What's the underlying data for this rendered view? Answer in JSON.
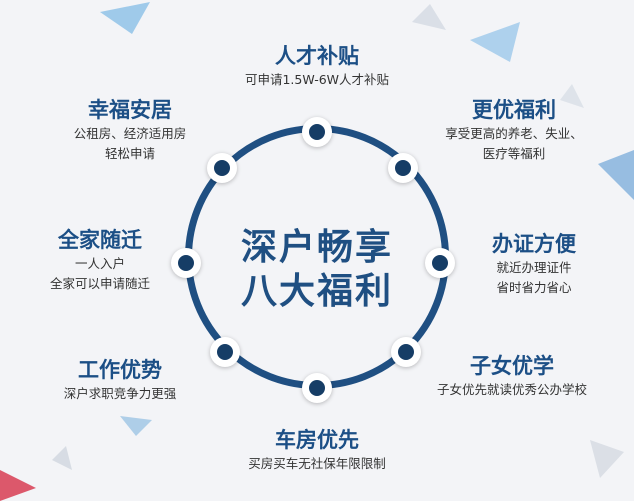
{
  "center": {
    "line1": "深户畅享",
    "line2": "八大福利"
  },
  "benefits": [
    {
      "title": "人才补贴",
      "lines": [
        "可申请1.5W-6W人才补贴"
      ]
    },
    {
      "title": "更优福利",
      "lines": [
        "享受更高的养老、失业、",
        "医疗等福利"
      ]
    },
    {
      "title": "办证方便",
      "lines": [
        "就近办理证件",
        "省时省力省心"
      ]
    },
    {
      "title": "子女优学",
      "lines": [
        "子女优先就读优秀公办学校"
      ]
    },
    {
      "title": "车房优先",
      "lines": [
        "买房买车无社保年限限制"
      ]
    },
    {
      "title": "工作优势",
      "lines": [
        "深户求职竞争力更强"
      ]
    },
    {
      "title": "全家随迁",
      "lines": [
        "一人入户",
        "全家可以申请随迁"
      ]
    },
    {
      "title": "幸福安居",
      "lines": [
        "公租房、经济适用房",
        "轻松申请"
      ]
    }
  ],
  "colors": {
    "ring": "#1f4f82",
    "title": "#1c4f86",
    "node": "#163d66",
    "description": "#333333",
    "accent_red": "#d9475b",
    "accent_blue": "#3f8fd0"
  }
}
